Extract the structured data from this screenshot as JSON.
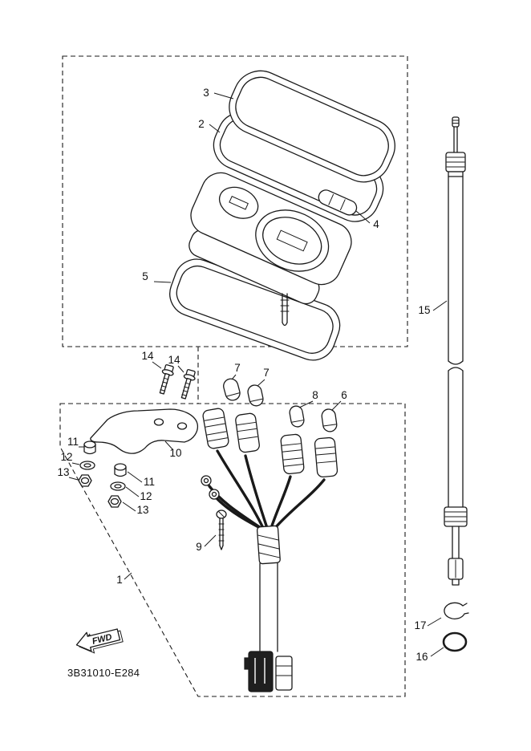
{
  "page": {
    "background": "#ffffff",
    "line_color": "#1a1a1a"
  },
  "diagram": {
    "code": "3B31010-E284",
    "fwd_label": "FWD",
    "callouts": {
      "part3": "3",
      "part2": "2",
      "part4": "4",
      "part5": "5",
      "part15": "15",
      "part14a": "14",
      "part14b": "14",
      "part7a": "7",
      "part7b": "7",
      "part8": "8",
      "part6": "6",
      "part11a": "11",
      "part12a": "12",
      "part13a": "13",
      "part10": "10",
      "part11b": "11",
      "part12b": "12",
      "part13b": "13",
      "part9": "9",
      "part1": "1",
      "part17": "17",
      "part16": "16"
    }
  }
}
